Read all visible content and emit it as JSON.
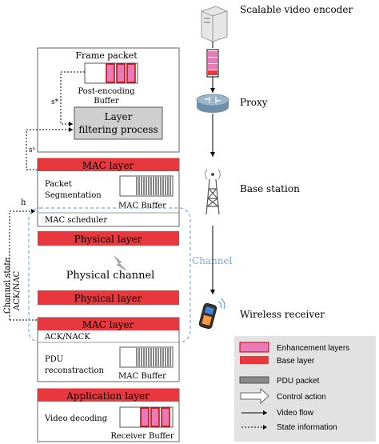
{
  "left": {
    "frame_packet": "Frame packet",
    "post_encoding_buffer_line1": "Post-encoding",
    "post_encoding_buffer_line2": "Buffer",
    "s_star": "s*",
    "s_n": "sⁿ",
    "layer_filtering_line1": "Layer",
    "layer_filtering_line2": "filtering process",
    "mac_layer_top": "MAC layer",
    "packet_segmentation_line1": "Packet",
    "packet_segmentation_line2": "Segmentation",
    "mac_buffer_top": "MAC Buffer",
    "h": "h",
    "mac_scheduler": "MAC scheduler",
    "physical_layer_top": "Physical layer",
    "physical_channel": "Physical channel",
    "physical_layer_bottom": "Physical layer",
    "channel_state_line1": "Channel state",
    "channel_state_line2": "ACK/NAC",
    "channel": "Channel",
    "mac_layer_bottom": "MAC layer",
    "ack_nack": "ACK/NACK",
    "pdu_reconstruction_line1": "PDU",
    "pdu_reconstruction_line2": "reconstraction",
    "mac_buffer_bottom": "MAC Buffer",
    "application_layer": "Application layer",
    "video_decoding": "Video decoding",
    "receiver_buffer": "Receiver Buffer"
  },
  "right": {
    "encoder": "Scalable video encoder",
    "proxy": "Proxy",
    "base_station": "Base station",
    "receiver": "Wireless receiver"
  },
  "legend": {
    "enhancement": "Enhancement layers",
    "base": "Base layer",
    "pdu": "PDU packet",
    "control": "Control action",
    "video_flow": "Video flow",
    "state_info": "State information"
  },
  "colors": {
    "red": "#e8383d",
    "pink": "#e87ab8",
    "gray_box": "#cfcfcf",
    "channel_blue": "#7fa7d9",
    "legend_bg": "#e2e2e2"
  },
  "icons": [
    "server-icon",
    "router-icon",
    "tower-icon",
    "phone-icon",
    "lightning-icon"
  ]
}
